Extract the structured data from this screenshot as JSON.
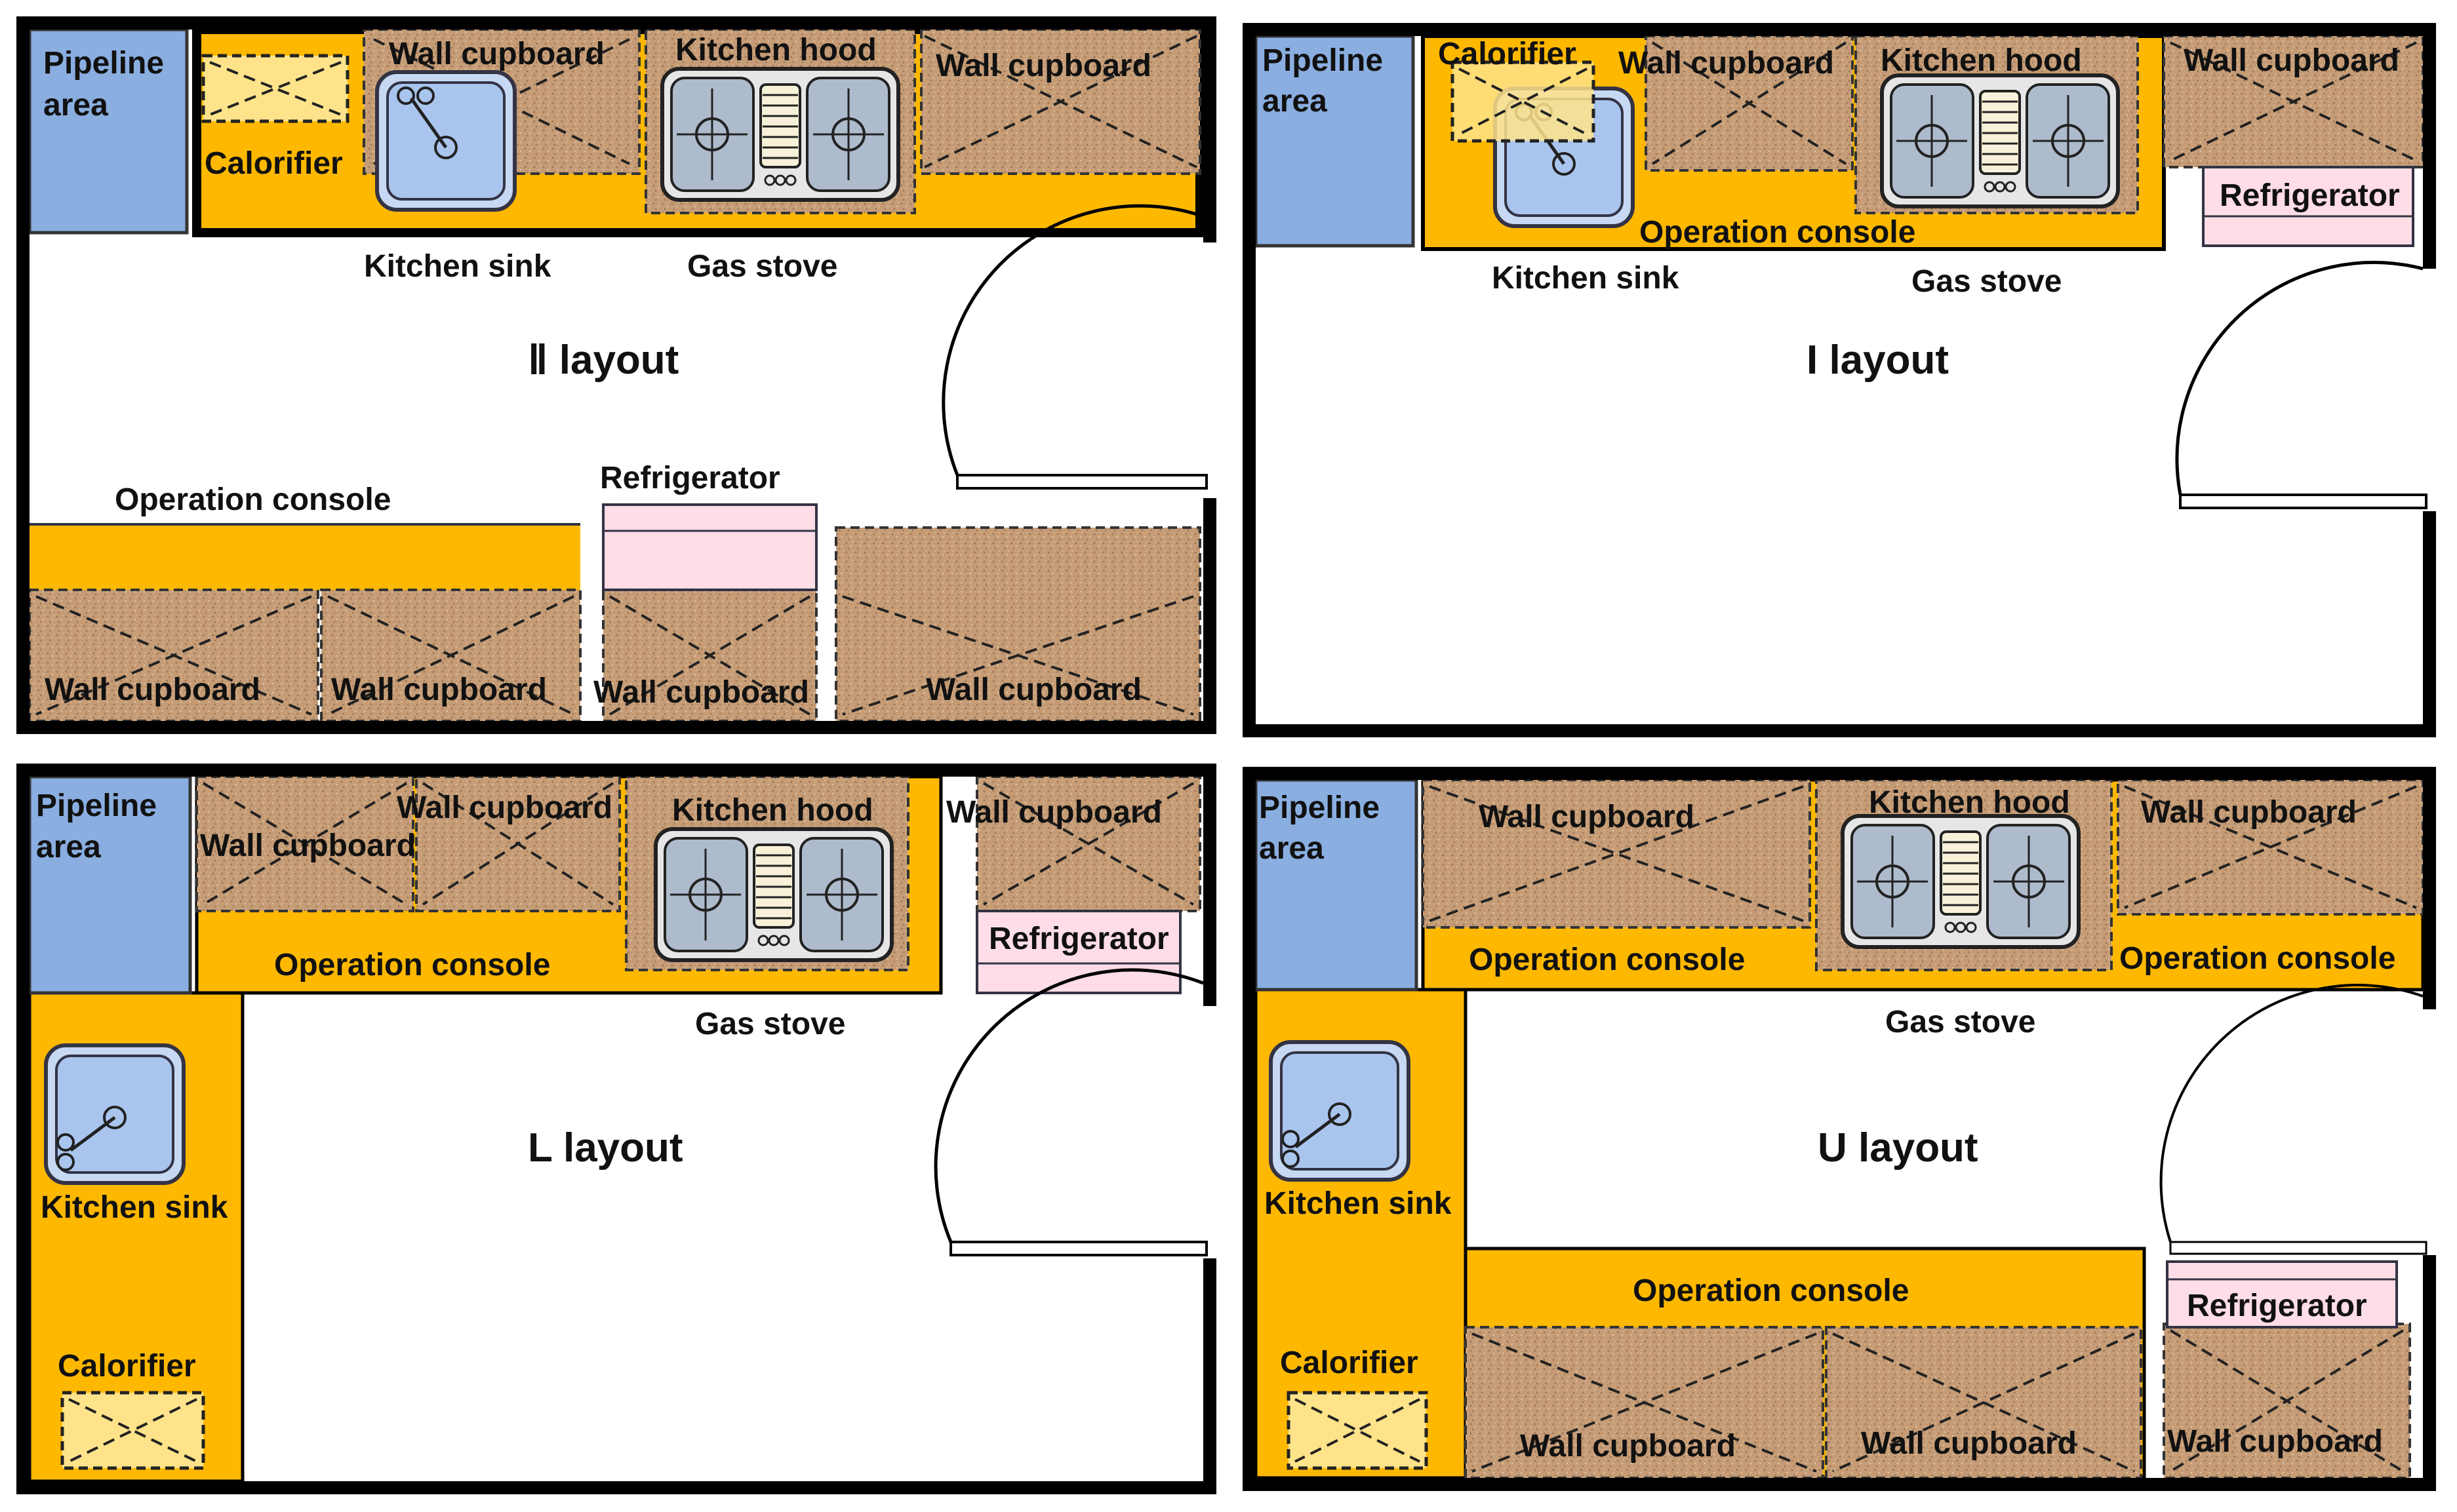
{
  "labels": {
    "pipeline_line1": "Pipeline",
    "pipeline_line2": "area",
    "wall_cupboard": "Wall cupboard",
    "kitchen_hood": "Kitchen hood",
    "calorifier": "Calorifier",
    "kitchen_sink": "Kitchen sink",
    "gas_stove": "Gas stove",
    "operation_console": "Operation console",
    "refrigerator": "Refrigerator"
  },
  "layouts": {
    "ii": {
      "title": "Ⅱ layout"
    },
    "i": {
      "title": "I layout"
    },
    "l": {
      "title": "L layout"
    },
    "u": {
      "title": "U layout"
    }
  },
  "colors": {
    "wall": "#000000",
    "console": "#ffb800",
    "cupboard": "#c49a73",
    "pipeline": "#8aaee0",
    "refrigerator": "#ffdde6",
    "calorifier": "#ffe38a",
    "stove_panel": "#b0bccd",
    "sink_basin": "#aac8f0"
  }
}
